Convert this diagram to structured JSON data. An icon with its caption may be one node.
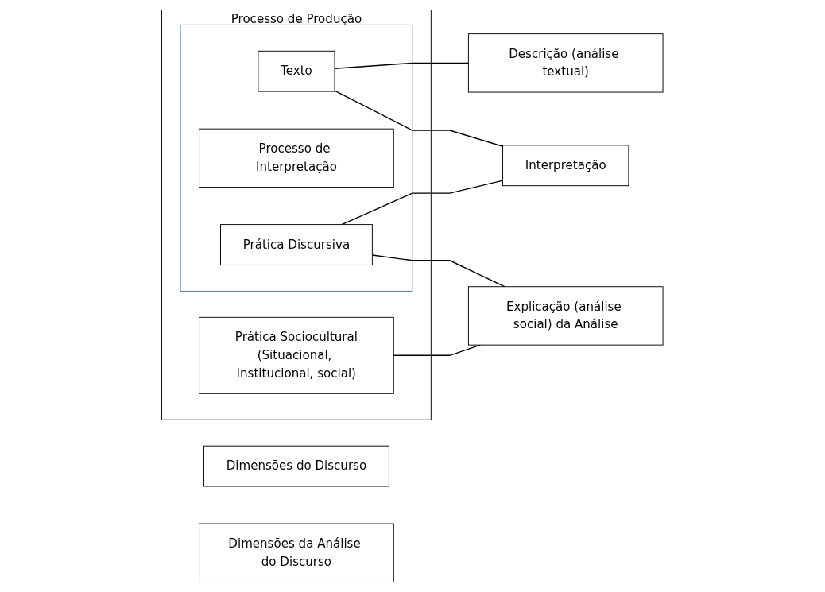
{
  "diagram": {
    "nodes": [
      {
        "text": [
          "Processo de Produção"
        ]
      },
      {
        "text": [],
        "shape": "box",
        "in": 0
      },
      {
        "text": [
          "Texto"
        ],
        "in": 1
      },
      {
        "text": [
          "Processo de Interpretação"
        ],
        "in": 1
      },
      {
        "text": [
          "Prática Discursiva"
        ],
        "in": 1
      },
      {
        "text": [
          "Prática Sociocultural",
          "(Situacional, institucional, social)"
        ],
        "in": 0
      },
      {
        "text": [
          "Descrição (análise textual)"
        ]
      },
      {
        "text": [
          "Interpretação"
        ]
      },
      {
        "text": [
          "Explicação (análise social) da Análise"
        ]
      },
      {
        "text": [
          "Dimensões do Discurso"
        ]
      },
      {
        "text": [
          "Dimensões da Análise do Discurso"
        ]
      }
    ],
    "edges": [
      {
        "from": 2,
        "to": 6,
        "arrow": "none"
      },
      {
        "from": 2,
        "to": 7,
        "arrow": "none"
      },
      {
        "from": 4,
        "to": 7,
        "arrow": "none"
      },
      {
        "from": 4,
        "to": 8,
        "arrow": "none"
      },
      {
        "from": 5,
        "to": 8,
        "arrow": "none"
      }
    ]
  }
}
